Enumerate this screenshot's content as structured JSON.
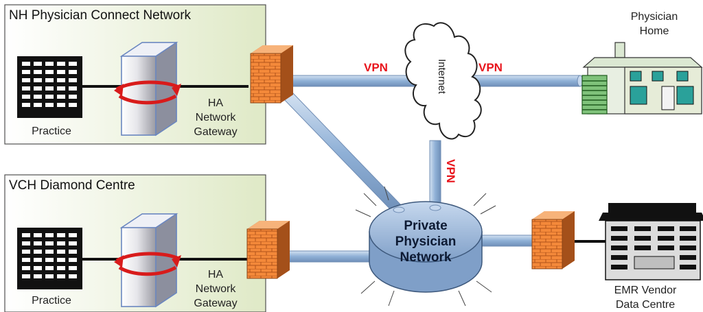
{
  "regions": {
    "nh": {
      "title": "NH Physician Connect Network",
      "practice_label": "Practice",
      "gateway_label": [
        "HA",
        "Network",
        "Gateway"
      ]
    },
    "vch": {
      "title": "VCH Diamond Centre",
      "practice_label": "Practice",
      "gateway_label": [
        "HA",
        "Network",
        "Gateway"
      ]
    }
  },
  "links": {
    "vpn_left": "VPN",
    "vpn_right": "VPN",
    "vpn_down": "VPN"
  },
  "cloud": {
    "label": "Internet"
  },
  "hub": {
    "label": [
      "Private",
      "Physician",
      "Network"
    ]
  },
  "home": {
    "label": [
      "Physician",
      "Home"
    ]
  },
  "datacentre": {
    "label": [
      "EMR Vendor",
      "Data Centre"
    ]
  },
  "colors": {
    "vpn_text": "#e8131b",
    "pipe": "#9bb9da",
    "hub": "#a9c4e3",
    "firewall": "#f07f2a",
    "region_bg": "#e7efd4"
  },
  "icons": {
    "firewall": "firewall-icon",
    "server": "gateway-server-icon",
    "building": "practice-building-icon",
    "cloud": "internet-cloud-icon",
    "house": "physician-home-icon",
    "datacentre": "data-centre-icon"
  }
}
